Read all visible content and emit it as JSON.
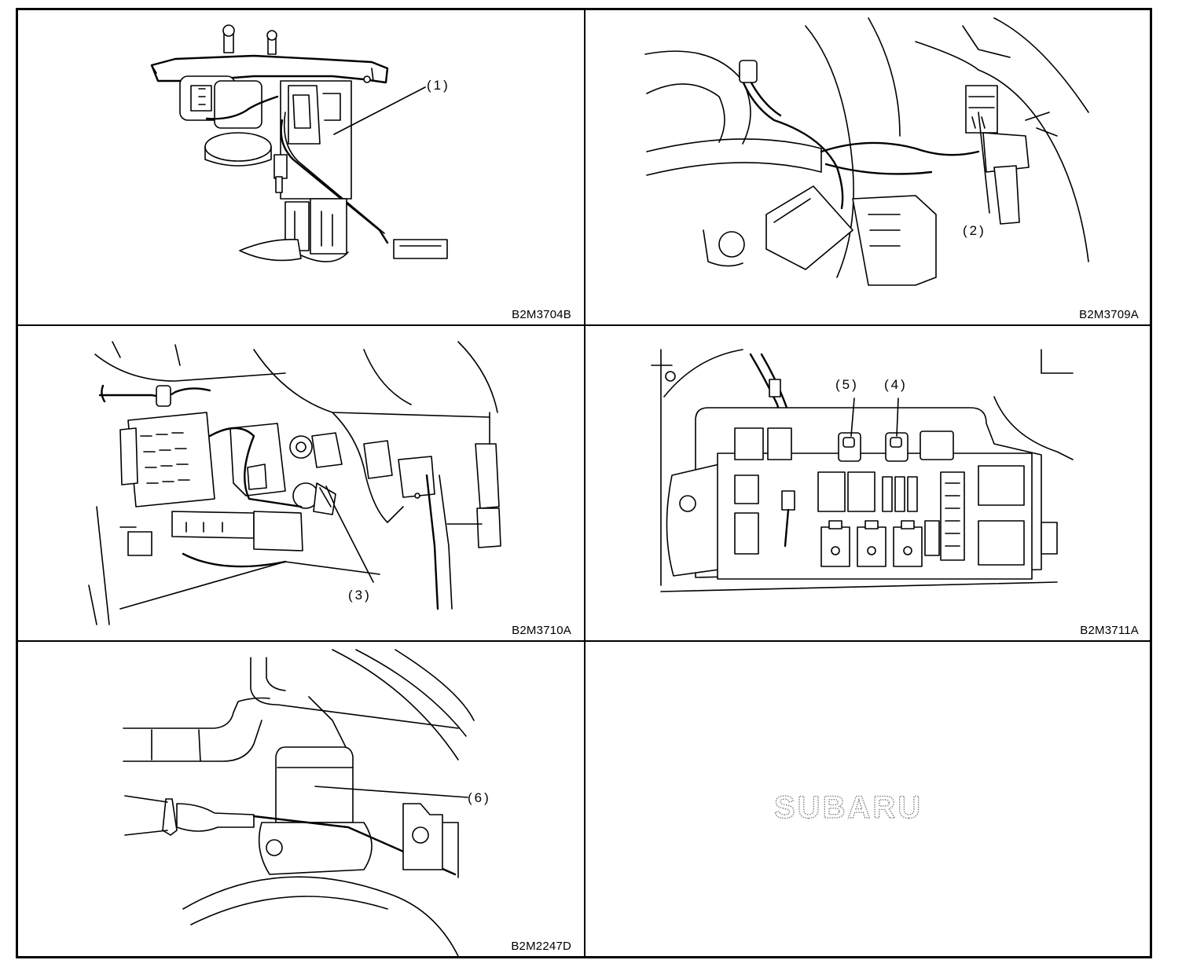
{
  "figures": [
    {
      "code": "B2M3704B",
      "callouts": [
        "(1)"
      ]
    },
    {
      "code": "B2M3709A",
      "callouts": [
        "(2)"
      ]
    },
    {
      "code": "B2M3710A",
      "callouts": [
        "(3)"
      ]
    },
    {
      "code": "B2M3711A",
      "callouts": [
        "(5)",
        "(4)"
      ]
    },
    {
      "code": "B2M2247D",
      "callouts": [
        "(6)"
      ]
    }
  ],
  "logo": {
    "text": "SUBARU"
  }
}
